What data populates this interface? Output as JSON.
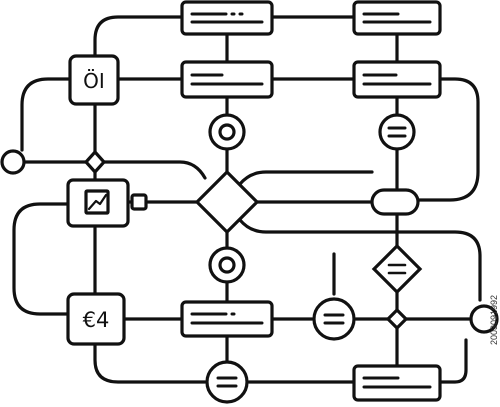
{
  "diagram": {
    "node_glyphs": {
      "top_left_box": "ÖI",
      "bottom_left_box": "€4"
    },
    "icons": {
      "chart_box": "chart-icon",
      "circle_nodes": "ring-icon",
      "equals_nodes": "equals-icon"
    },
    "watermark_id": "2003091992"
  },
  "colors": {
    "stroke": "#111111",
    "background": "#ffffff"
  }
}
